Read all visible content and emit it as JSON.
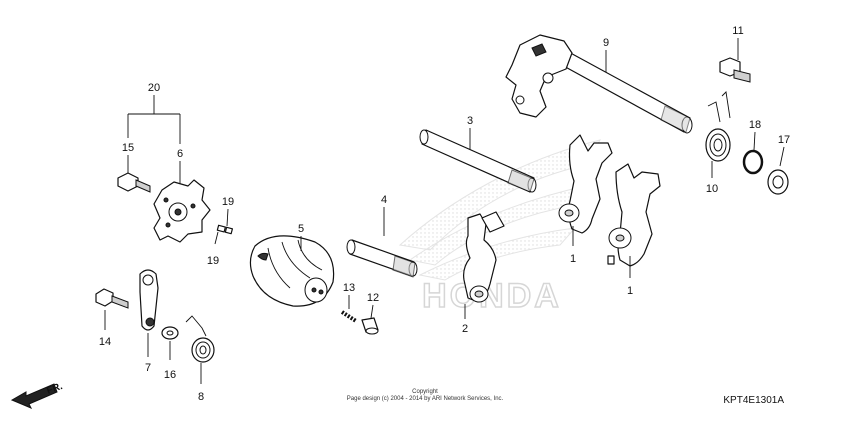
{
  "callouts": {
    "c20": "20",
    "c15": "15",
    "c6": "6",
    "c19a": "19",
    "c19b": "19",
    "c14": "14",
    "c7": "7",
    "c16": "16",
    "c8": "8",
    "c5": "5",
    "c13": "13",
    "c12": "12",
    "c4": "4",
    "c3": "3",
    "c2": "2",
    "c9": "9",
    "c1a": "1",
    "c1b": "1",
    "c11": "11",
    "c18": "18",
    "c17": "17",
    "c10": "10"
  },
  "watermark": "HONDA",
  "front_marker": "FR.",
  "copyright": {
    "line1": "Copyright",
    "line2": "Page design (c) 2004 - 2014 by ARI Network Services, Inc."
  },
  "diagram_code": "KPT4E1301A"
}
